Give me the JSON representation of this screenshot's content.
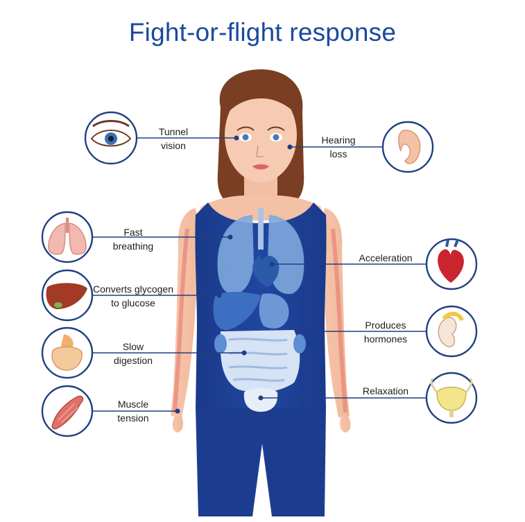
{
  "title": "Fight-or-flight response",
  "labels": {
    "tunnel_vision": [
      "Tunnel",
      "vision"
    ],
    "hearing_loss": [
      "Hearing",
      "loss"
    ],
    "fast_breathing": [
      "Fast",
      "breathing"
    ],
    "acceleration": [
      "Acceleration"
    ],
    "glycogen": [
      "Converts glycogen",
      "to glucose"
    ],
    "hormones": [
      "Produces",
      "hormones"
    ],
    "digestion": [
      "Slow",
      "digestion"
    ],
    "relaxation": [
      "Relaxation"
    ],
    "muscle": [
      "Muscle",
      "tension"
    ]
  },
  "icons": {
    "tunnel_vision": "eye-icon",
    "hearing_loss": "ear-icon",
    "fast_breathing": "lungs-icon",
    "acceleration": "heart-icon",
    "glycogen": "liver-icon",
    "hormones": "kidney-adrenal-icon",
    "digestion": "digestive-tract-icon",
    "relaxation": "bladder-icon",
    "muscle": "muscle-icon"
  },
  "colors": {
    "title": "#1a4a9c",
    "shirt": "#1c3d8f",
    "accent": "#1f3f80"
  }
}
